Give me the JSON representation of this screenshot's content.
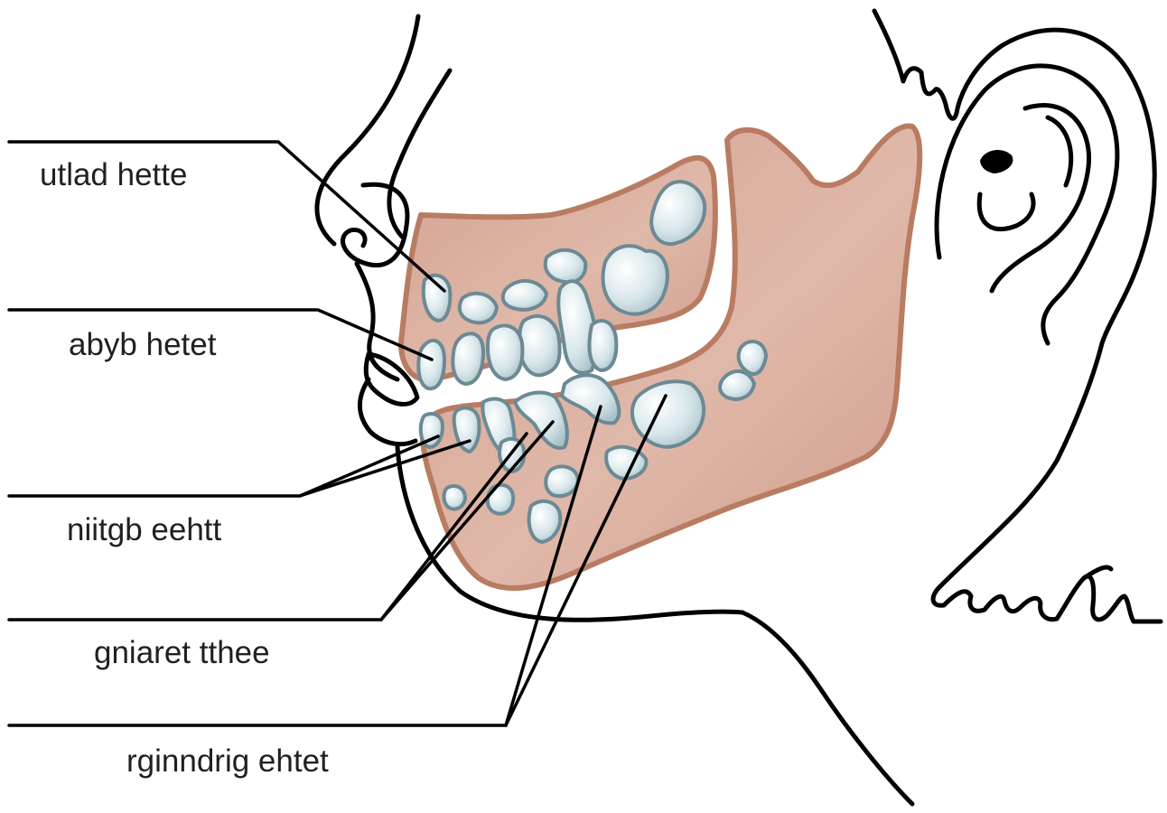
{
  "diagram": {
    "labels": [
      {
        "id": "label-1",
        "text": "utlad hette"
      },
      {
        "id": "label-2",
        "text": "abyb hetet"
      },
      {
        "id": "label-3",
        "text": "niitgb eehtt"
      },
      {
        "id": "label-4",
        "text": "gniaret tthee"
      },
      {
        "id": "label-5",
        "text": "rginndrig ehtet"
      }
    ]
  },
  "colors": {
    "outline": "#000000",
    "jaw_fill": "#d8ab9d",
    "jaw_stroke": "#b97c62",
    "tooth_fill": "#cfdfe3",
    "tooth_stroke": "#6c8a93",
    "label_text": "#231f20"
  }
}
